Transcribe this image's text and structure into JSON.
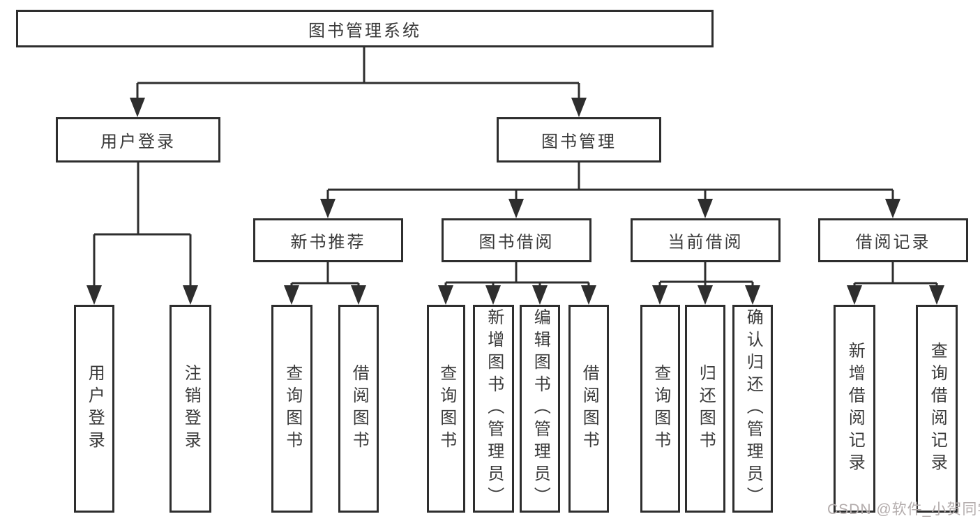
{
  "tree": {
    "root": {
      "label": "图书管理系统"
    },
    "level1": [
      {
        "label": "用户登录",
        "children": [
          {
            "label": "用户登录"
          },
          {
            "label": "注销登录"
          }
        ]
      },
      {
        "label": "图书管理",
        "children": [
          {
            "label": "新书推荐",
            "children": [
              {
                "label": "查询图书"
              },
              {
                "label": "借阅图书"
              }
            ]
          },
          {
            "label": "图书借阅",
            "children": [
              {
                "label": "查询图书"
              },
              {
                "label": "新增图书（管理员）"
              },
              {
                "label": "编辑图书（管理员）"
              },
              {
                "label": "借阅图书"
              }
            ]
          },
          {
            "label": "当前借阅",
            "children": [
              {
                "label": "查询图书"
              },
              {
                "label": "归还图书"
              },
              {
                "label": "确认归还（管理员）"
              }
            ]
          },
          {
            "label": "借阅记录",
            "children": [
              {
                "label": "新增借阅记录"
              },
              {
                "label": "查询借阅记录"
              }
            ]
          }
        ]
      }
    ]
  },
  "watermark": {
    "text": "CSDN @软件_小贺同学"
  },
  "colors": {
    "line": "#2e2e2e",
    "box_border": "#2e2e2e",
    "box_fill": "#ffffff",
    "text": "#3a3a3a",
    "watermark": "#b3acac",
    "background": "#ffffff"
  }
}
